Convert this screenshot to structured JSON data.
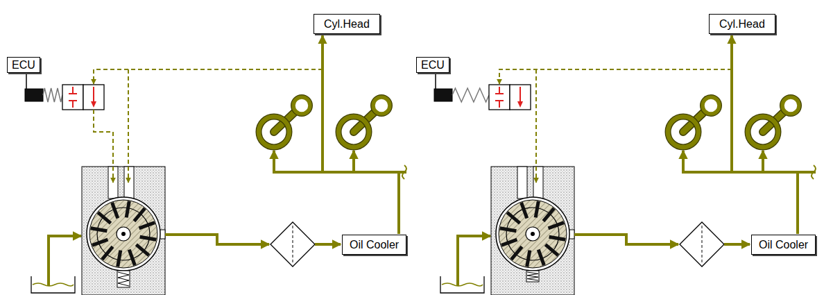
{
  "diagram": {
    "nodes": [
      {
        "text": [
          "Cyl.Head"
        ]
      },
      {
        "text": [
          "ECU"
        ]
      },
      {
        "text": [
          "Oil Cooler"
        ]
      },
      {
        "text": [
          "Cyl.Head"
        ]
      },
      {
        "text": [
          "ECU"
        ]
      },
      {
        "text": [
          "Oil Cooler"
        ]
      }
    ],
    "edges": [
      {
        "from": 2,
        "to": 0,
        "arrow": "to"
      },
      {
        "from": 5,
        "to": 3,
        "arrow": "to"
      }
    ]
  }
}
